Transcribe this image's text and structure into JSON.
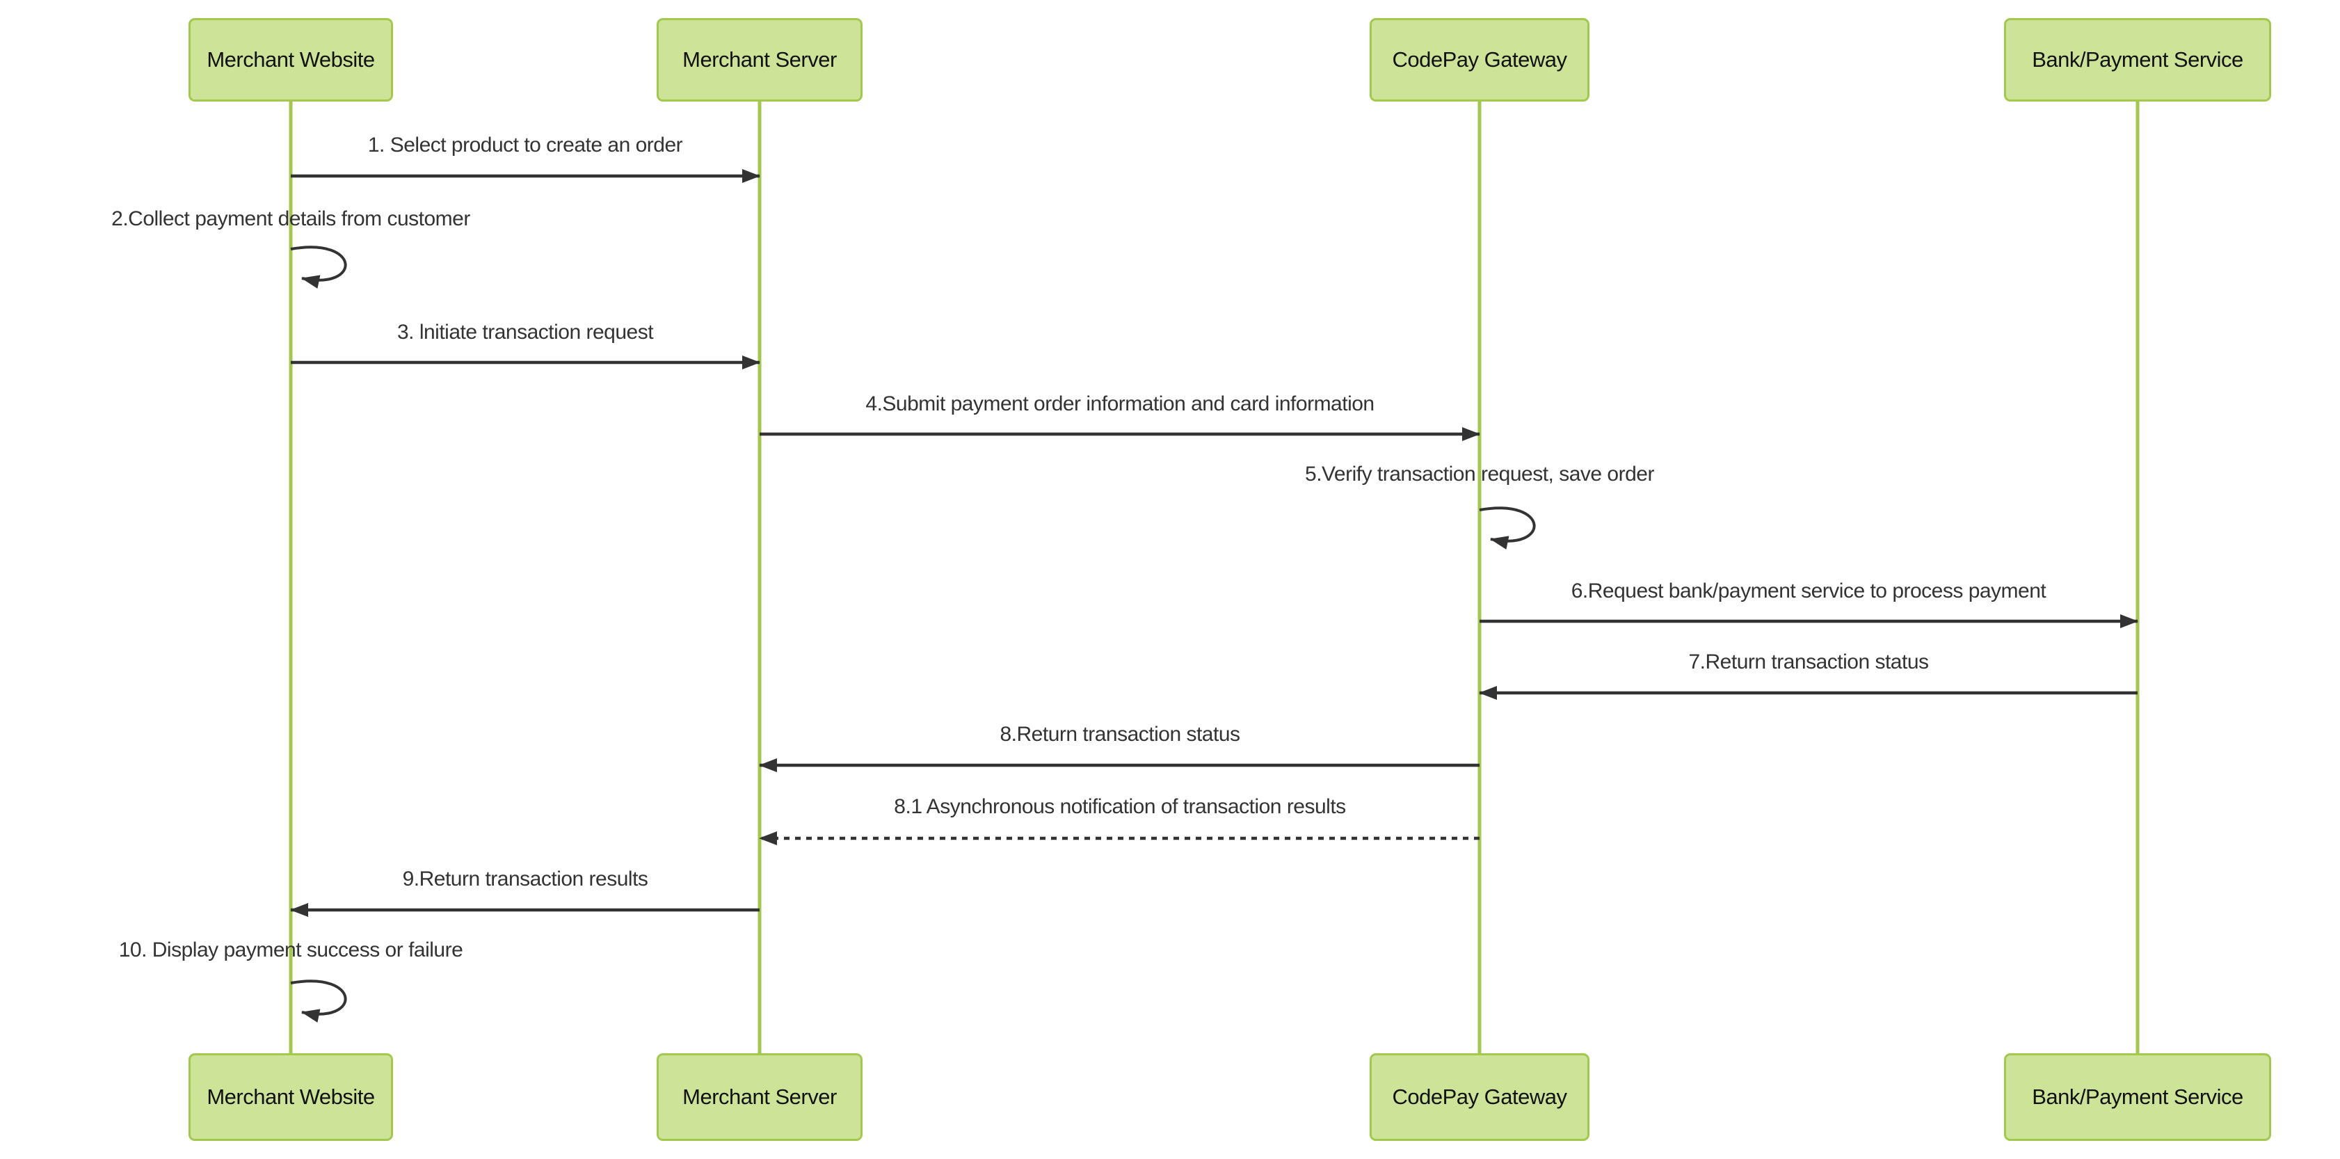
{
  "diagram": {
    "type": "sequence-diagram",
    "colors": {
      "actor_fill": "#cde498",
      "actor_border": "#a2c94b",
      "lifeline": "#a2c94b",
      "message_line": "#333333",
      "message_text": "#333333",
      "background": "#ffffff"
    },
    "actors": [
      {
        "id": "merchant-website",
        "label": "Merchant Website"
      },
      {
        "id": "merchant-server",
        "label": "Merchant Server"
      },
      {
        "id": "codepay-gateway",
        "label": "CodePay Gateway"
      },
      {
        "id": "bank-payment-service",
        "label": "Bank/Payment Service"
      }
    ],
    "messages": [
      {
        "label": "1. Select product to create an order",
        "from": "merchant-website",
        "to": "merchant-server",
        "style": "solid"
      },
      {
        "label": "2.Collect payment details from customer",
        "from": "merchant-website",
        "to": "merchant-website",
        "style": "self"
      },
      {
        "label": "3. lnitiate transaction request",
        "from": "merchant-website",
        "to": "merchant-server",
        "style": "solid"
      },
      {
        "label": "4.Submit payment order information and card information",
        "from": "merchant-server",
        "to": "codepay-gateway",
        "style": "solid"
      },
      {
        "label": "5.Verify transaction request, save order",
        "from": "codepay-gateway",
        "to": "codepay-gateway",
        "style": "self"
      },
      {
        "label": "6.Request bank/payment service to process payment",
        "from": "codepay-gateway",
        "to": "bank-payment-service",
        "style": "solid"
      },
      {
        "label": "7.Return transaction status",
        "from": "bank-payment-service",
        "to": "codepay-gateway",
        "style": "solid"
      },
      {
        "label": "8.Return transaction status",
        "from": "codepay-gateway",
        "to": "merchant-server",
        "style": "solid"
      },
      {
        "label": "8.1 Asynchronous notification of transaction results",
        "from": "codepay-gateway",
        "to": "merchant-server",
        "style": "dotted"
      },
      {
        "label": "9.Return transaction results",
        "from": "merchant-server",
        "to": "merchant-website",
        "style": "solid"
      },
      {
        "label": "10. Display payment success or failure",
        "from": "merchant-website",
        "to": "merchant-website",
        "style": "self"
      }
    ]
  }
}
